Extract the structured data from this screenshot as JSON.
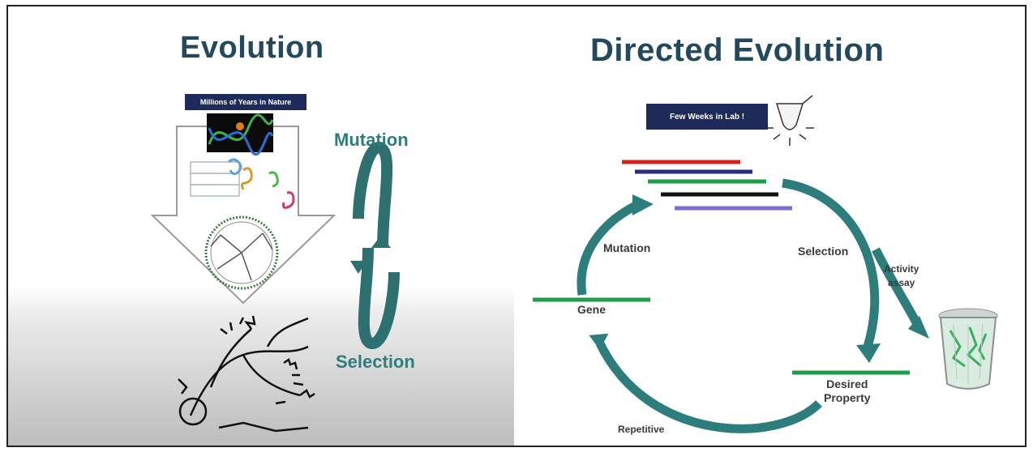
{
  "left": {
    "title": "Evolution",
    "banner": "Millions of Years in Nature",
    "cycle_top_label": "Mutation",
    "cycle_bottom_label": "Selection"
  },
  "right": {
    "title": "Directed Evolution",
    "banner": "Few Weeks in Lab !",
    "labels": {
      "mutation": "Mutation",
      "selection": "Selection",
      "activity_assay_line1": "Activity",
      "activity_assay_line2": "assay",
      "gene": "Gene",
      "desired_line1": "Desired",
      "desired_line2": "Property",
      "repetitive": "Repetitive"
    }
  },
  "colors": {
    "title": "#25495c",
    "teal": "#2e7d7d",
    "banner": "#1d2a5a",
    "gene_line": "#1e9e4a",
    "library_lines": [
      "#d62020",
      "#2b2b80",
      "#1e9e4a",
      "#111111",
      "#7b6fd0"
    ]
  },
  "icons": [
    "dna-helix-icon",
    "tree-of-life-icon",
    "test-tube-icon",
    "trash-bin-icon"
  ]
}
